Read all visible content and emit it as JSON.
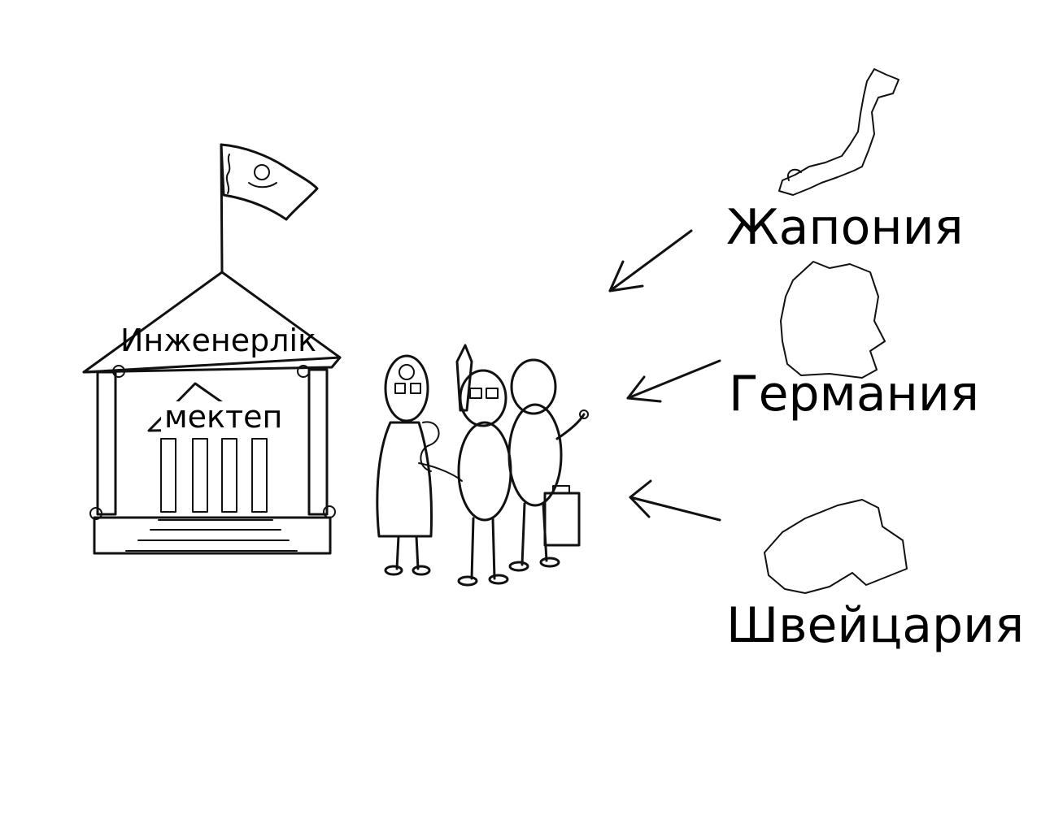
{
  "school": {
    "line1": "Инженерлік",
    "line2": "мектеп"
  },
  "countries": [
    {
      "name": "Жапония"
    },
    {
      "name": "Германия"
    },
    {
      "name": "Швейцария"
    }
  ],
  "colors": {
    "ink": "#111111",
    "background": "#ffffff"
  }
}
